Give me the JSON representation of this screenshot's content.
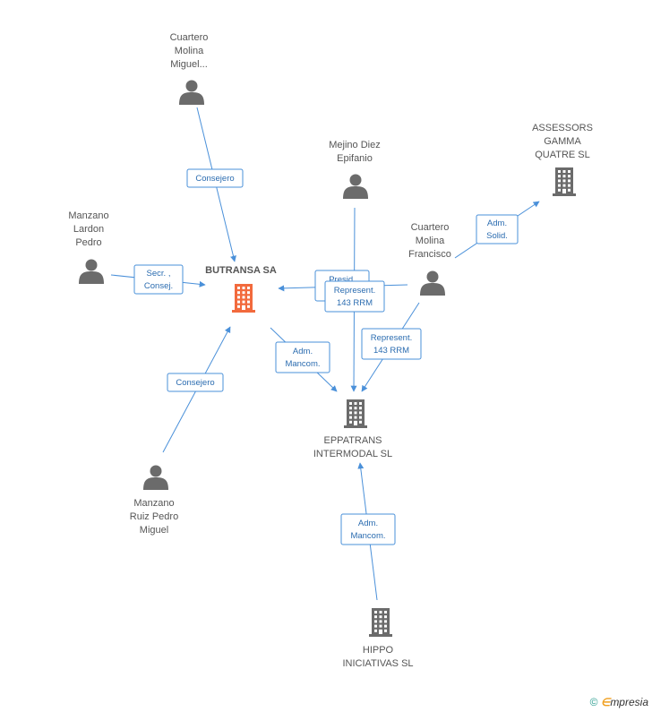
{
  "nodes": [
    {
      "id": "butransa",
      "type": "company",
      "highlight": true,
      "lines": [
        "BUTRANSA SA"
      ]
    },
    {
      "id": "eppatrans",
      "type": "company",
      "lines": [
        "EPPATRANS",
        "INTERMODAL SL"
      ]
    },
    {
      "id": "hippo",
      "type": "company",
      "lines": [
        "HIPPO",
        "INICIATIVAS SL"
      ]
    },
    {
      "id": "assessors",
      "type": "company",
      "lines": [
        "ASSESSORS",
        "GAMMA",
        "QUATRE SL"
      ]
    },
    {
      "id": "cuartero_miguel",
      "type": "person",
      "lines": [
        "Cuartero",
        "Molina",
        "Miguel..."
      ]
    },
    {
      "id": "mejino",
      "type": "person",
      "lines": [
        "Mejino Diez",
        "Epifanio"
      ]
    },
    {
      "id": "cuartero_francisco",
      "type": "person",
      "lines": [
        "Cuartero",
        "Molina",
        "Francisco"
      ]
    },
    {
      "id": "manzano_lardon",
      "type": "person",
      "lines": [
        "Manzano",
        "Lardon",
        "Pedro"
      ]
    },
    {
      "id": "manzano_ruiz",
      "type": "person",
      "lines": [
        "Manzano",
        "Ruiz Pedro",
        "Miguel"
      ]
    }
  ],
  "edges": [
    {
      "id": "e1",
      "from": "cuartero_miguel",
      "to": "butransa",
      "label": [
        "Consejero"
      ]
    },
    {
      "id": "e2",
      "from": "manzano_lardon",
      "to": "butransa",
      "label": [
        "Secr. ,",
        "Consej."
      ]
    },
    {
      "id": "e3",
      "from": "manzano_ruiz",
      "to": "butransa",
      "label": [
        "Consejero"
      ]
    },
    {
      "id": "e4",
      "from": "cuartero_francisco",
      "to": "butransa",
      "label": [
        "Presid.",
        "143 RRM"
      ]
    },
    {
      "id": "e5",
      "from": "mejino",
      "to": "eppatrans",
      "label": [
        "Represent.",
        "143 RRM"
      ]
    },
    {
      "id": "e6",
      "from": "cuartero_francisco",
      "to": "eppatrans",
      "label": [
        "Represent.",
        "143 RRM"
      ]
    },
    {
      "id": "e7",
      "from": "butransa",
      "to": "eppatrans",
      "label": [
        "Adm.",
        "Mancom."
      ]
    },
    {
      "id": "e8",
      "from": "hippo",
      "to": "eppatrans",
      "label": [
        "Adm.",
        "Mancom."
      ]
    },
    {
      "id": "e9",
      "from": "cuartero_francisco",
      "to": "assessors",
      "label": [
        "Adm.",
        "Solid."
      ]
    }
  ],
  "colors": {
    "edge": "#4a90d9",
    "icon": "#6b6b6b",
    "highlight": "#f26a3d"
  },
  "footer": {
    "copyright_symbol": "©",
    "brand_initial": "∈",
    "brand_rest": "mpresia"
  }
}
